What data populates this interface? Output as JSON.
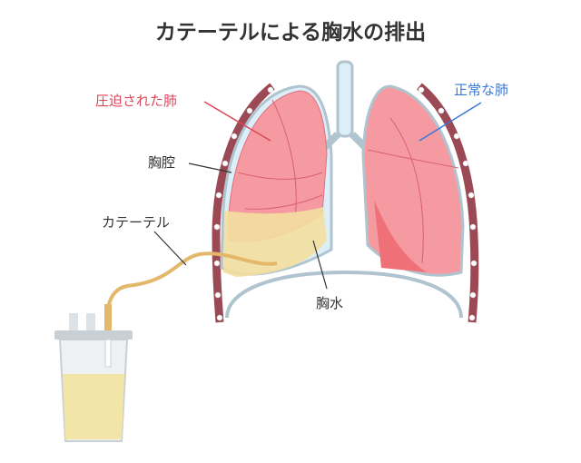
{
  "title": "カテーテルによる胸水の排出",
  "labels": {
    "compressed_lung": "圧迫された肺",
    "normal_lung": "正常な肺",
    "pleural_cavity": "胸腔",
    "catheter": "カテーテル",
    "pleural_fluid": "胸水"
  },
  "colors": {
    "compressed_label": "#e0445a",
    "normal_label": "#3a78d8",
    "lung": "#f59aa0",
    "fluid": "#f3df9e",
    "rib": "#9b4a55"
  }
}
